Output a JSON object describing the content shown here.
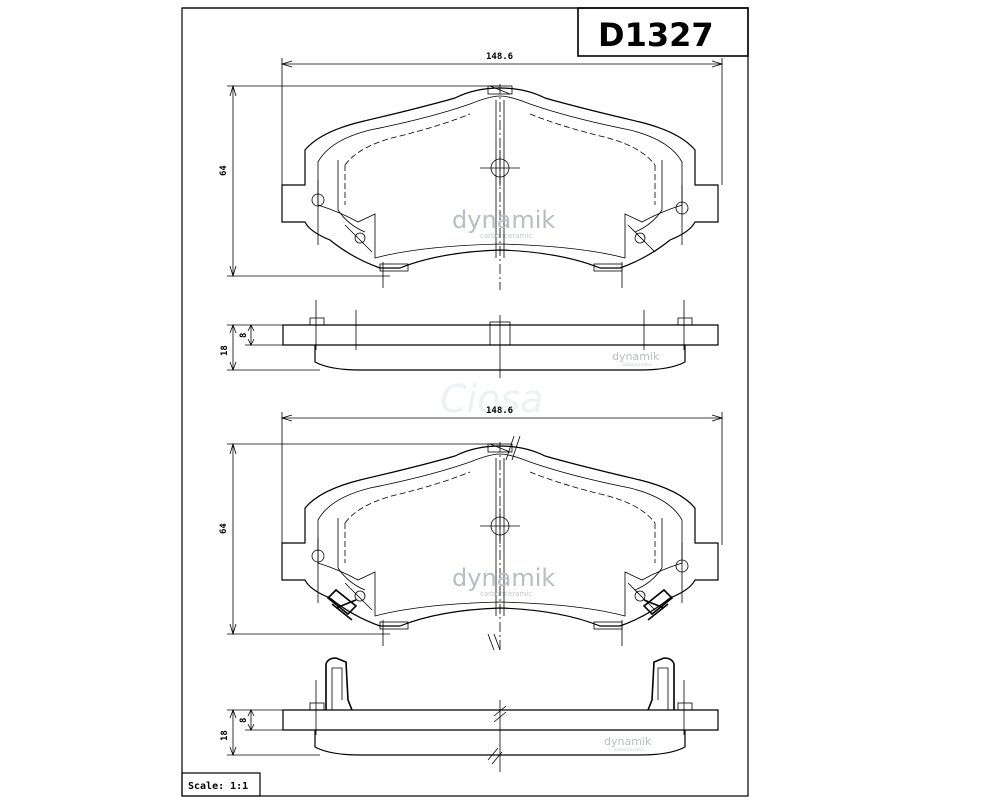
{
  "part_number": "D1327",
  "scale_label": "Scale: 1:1",
  "dimensions": {
    "width": "148.6",
    "height": "64",
    "thickness_total": "18",
    "thickness_pad": "8"
  },
  "watermarks": {
    "brand": "dynamik",
    "brand_sub": "carbonceramic",
    "ghost": "Ciosa"
  }
}
